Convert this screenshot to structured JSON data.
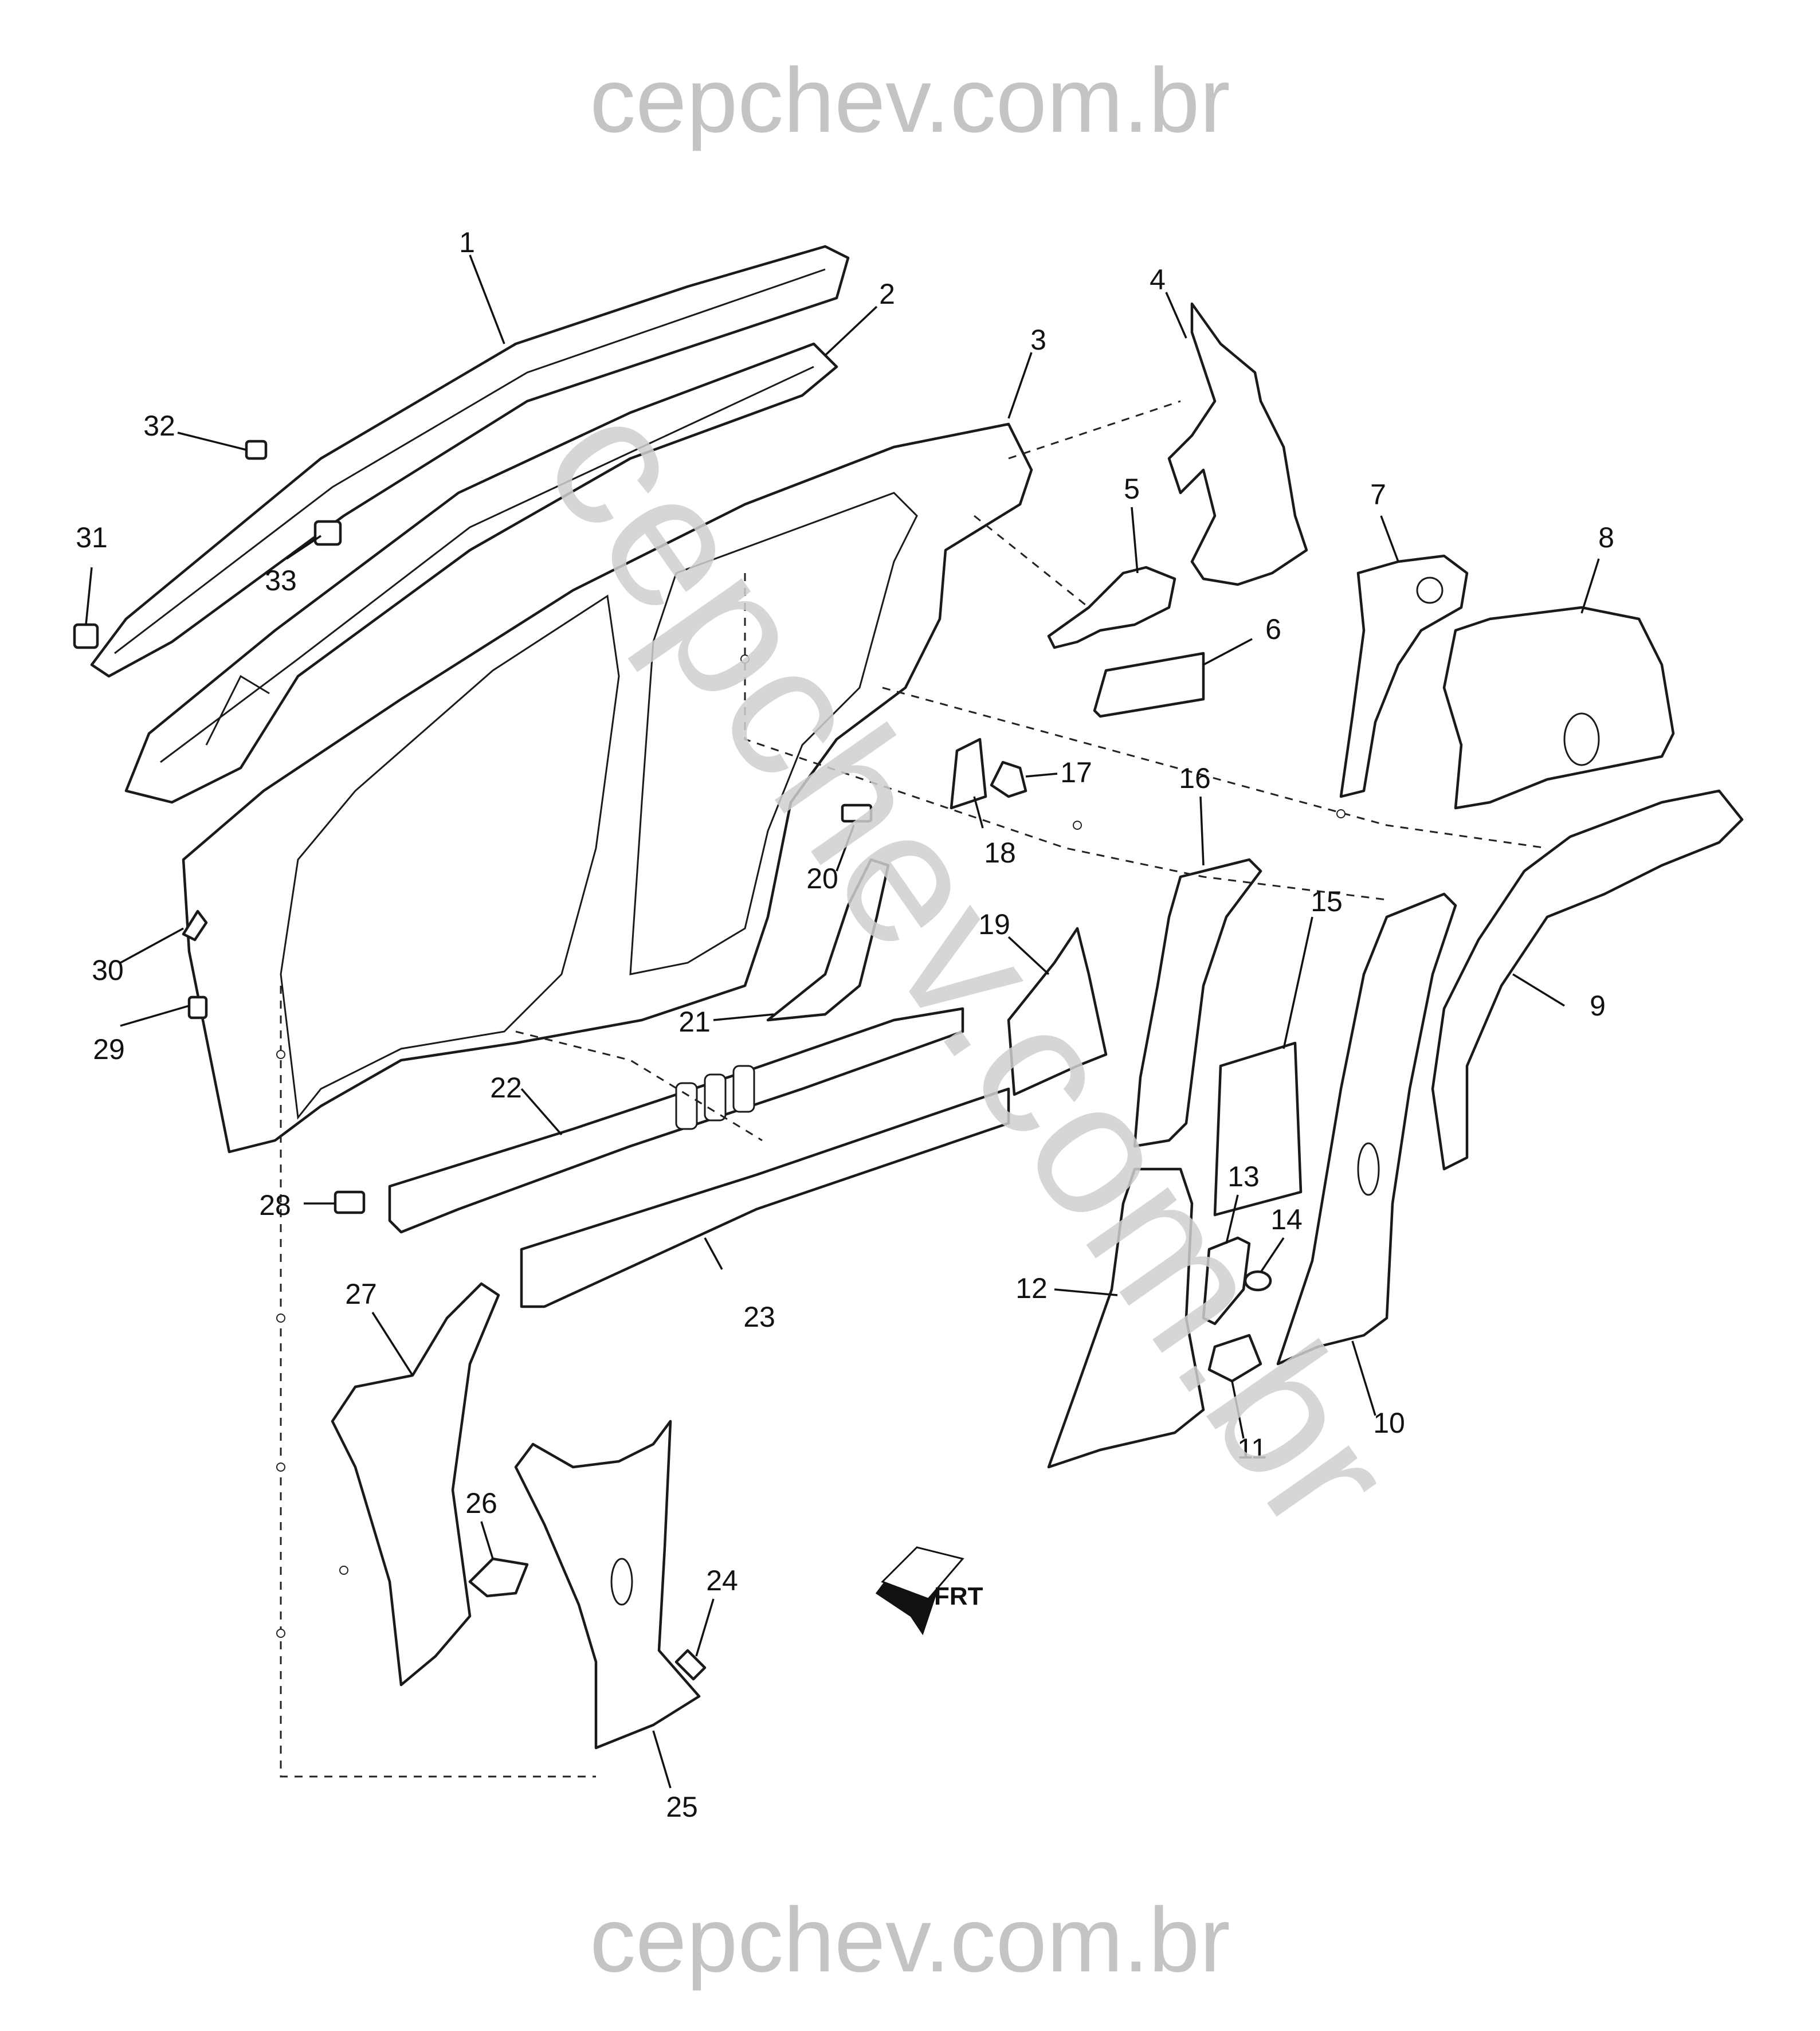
{
  "watermark": {
    "top": "cepchev.com.br",
    "diagonal": "cepchev.com.br",
    "bottom": "cepchev.com.br"
  },
  "direction_indicator": {
    "label": "FRT",
    "icon": "front-arrow-icon"
  },
  "callouts": [
    "1",
    "2",
    "3",
    "4",
    "5",
    "6",
    "7",
    "8",
    "9",
    "10",
    "11",
    "12",
    "13",
    "14",
    "15",
    "16",
    "17",
    "18",
    "19",
    "20",
    "21",
    "22",
    "23",
    "24",
    "25",
    "26",
    "27",
    "28",
    "29",
    "30",
    "31",
    "32",
    "33"
  ]
}
